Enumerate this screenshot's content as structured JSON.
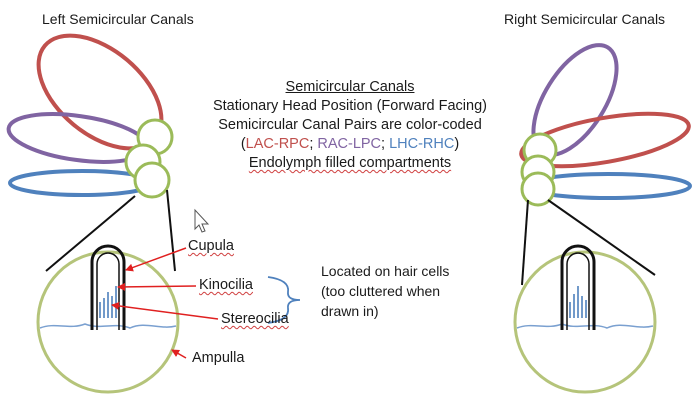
{
  "titles": {
    "left": "Left Semicircular Canals",
    "right": "Right Semicircular Canals"
  },
  "center": {
    "heading": "Semicircular Canals",
    "line1": "Stationary Head Position (Forward Facing)",
    "line2": "Semicircular Canal Pairs are color-coded",
    "open_paren": "(",
    "pair1": "LAC-RPC",
    "sep1": "; ",
    "pair2": "RAC-LPC",
    "sep2": "; ",
    "pair3": "LHC-RHC",
    "close_paren": ")",
    "line4": "Endolymph filled compartments"
  },
  "labels": {
    "cupula": "Cupula",
    "kinocilia": "Kinocilia",
    "stereocilia": "Stereocilia",
    "ampulla": "Ampulla"
  },
  "note": {
    "line1": "Located on hair cells",
    "line2": "(too cluttered when",
    "line3": "drawn in)"
  },
  "colors": {
    "red_canal": "#c0504d",
    "purple_canal": "#8064a2",
    "blue_canal": "#4f81bd",
    "ampulla_green": "#9bbb59",
    "arrow_red": "#e02020"
  }
}
